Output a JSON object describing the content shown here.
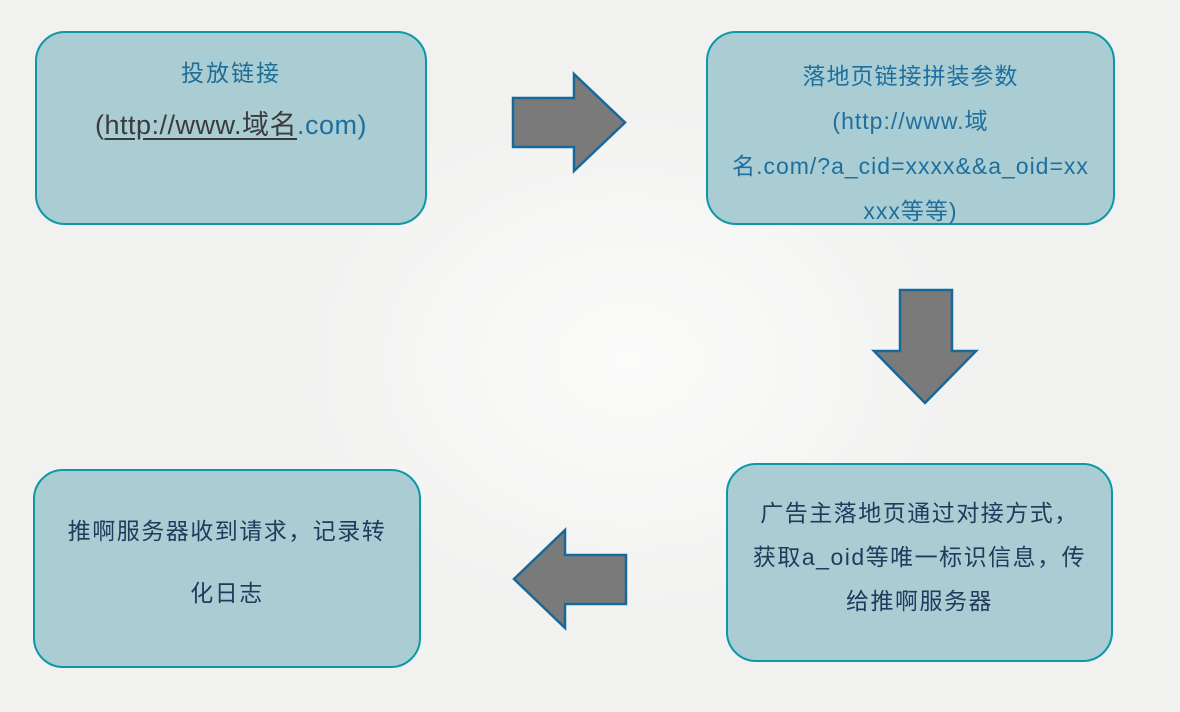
{
  "diagram": {
    "type": "flowchart",
    "colors": {
      "background": "#f1f1f0",
      "node_fill": "#aacdd4",
      "node_border": "#0d97a7",
      "node_text_blue": "#1e6f9e",
      "node_text_navy": "#223a5c",
      "node_text_dark": "#3b3b3d",
      "arrow_fill": "#7a7a7a",
      "arrow_stroke": "#16699a"
    },
    "nodes": {
      "node1": {
        "title": "投放链接",
        "url_open": "(",
        "url_underlined": "http://www.域名",
        "url_close": ".com)"
      },
      "node2": {
        "lines": [
          "落地页链接拼装参数",
          "(http://www.域",
          "名.com/?a_cid=xxxx&&a_oid=xx",
          "xxx等等)"
        ]
      },
      "node3": {
        "lines": [
          "广告主落地页通过对接方式，",
          "获取a_oid等唯一标识信息，传",
          "给推啊服务器"
        ]
      },
      "node4": {
        "lines": [
          "推啊服务器收到请求，记录转",
          "化日志"
        ]
      }
    },
    "arrows": [
      {
        "name": "arrow-right",
        "direction": "right",
        "from": "node1",
        "to": "node2"
      },
      {
        "name": "arrow-down",
        "direction": "down",
        "from": "node2",
        "to": "node3"
      },
      {
        "name": "arrow-left",
        "direction": "left",
        "from": "node3",
        "to": "node4"
      }
    ]
  }
}
